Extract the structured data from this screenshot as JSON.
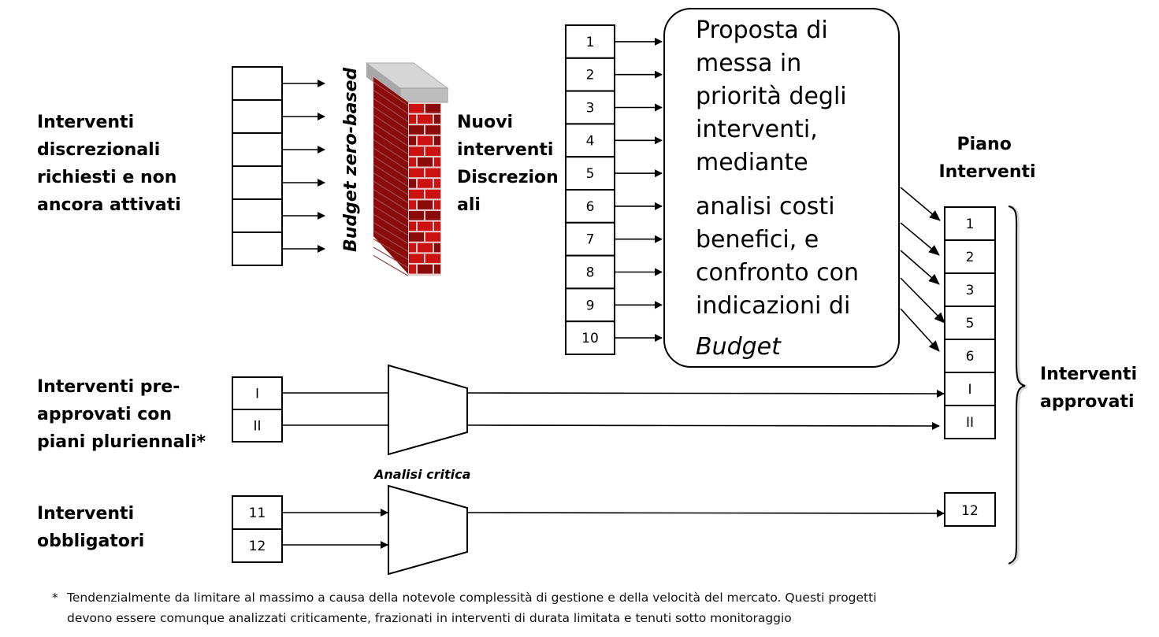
{
  "labels": {
    "discretionary": [
      "Interventi",
      "discrezionali",
      "richiesti e non",
      "ancora attivati"
    ],
    "new_discretionary": [
      "Nuovi",
      "interventi",
      "Discrezion",
      "ali"
    ],
    "pre_approved": [
      "Interventi pre-",
      "approvati con",
      "piani pluriennali*"
    ],
    "mandatory": [
      "Interventi",
      "obbligatori"
    ],
    "plan": [
      "Piano",
      "Interventi"
    ],
    "approved": [
      "Interventi",
      "approvati"
    ],
    "budget_wall": "Budget zero-based",
    "critical_analysis": "Analisi critica"
  },
  "priority_box": {
    "lines": [
      "Proposta di",
      "messa in",
      "priorità degli",
      "interventi,",
      "mediante",
      "analisi costi",
      "benefici,  e",
      "confronto con",
      "indicazioni di"
    ],
    "italic_last": "Budget"
  },
  "discretionary_cells": [
    "",
    "",
    "",
    "",
    "",
    ""
  ],
  "new_cells": [
    "1",
    "2",
    "3",
    "4",
    "5",
    "6",
    "7",
    "8",
    "9",
    "10"
  ],
  "pre_approved_cells": [
    "I",
    "II"
  ],
  "mandatory_cells": [
    "11",
    "12"
  ],
  "plan_cells": [
    "1",
    "2",
    "3",
    "5",
    "6",
    "I",
    "II"
  ],
  "mandatory_out_cell": "12",
  "footnote": {
    "marker": "*",
    "line1": "Tendenzialmente da limitare al massimo a causa della notevole complessità di gestione e della velocità del mercato. Questi progetti",
    "line2": "devono essere comunque analizzati criticamente, frazionati in interventi di durata limitata e tenuti sotto monitoraggio"
  },
  "colors": {
    "brick": "#cc1111",
    "brick_dark": "#8b0a0a",
    "mortar": "#e8c8c8",
    "cap": "#bdbdbd"
  }
}
